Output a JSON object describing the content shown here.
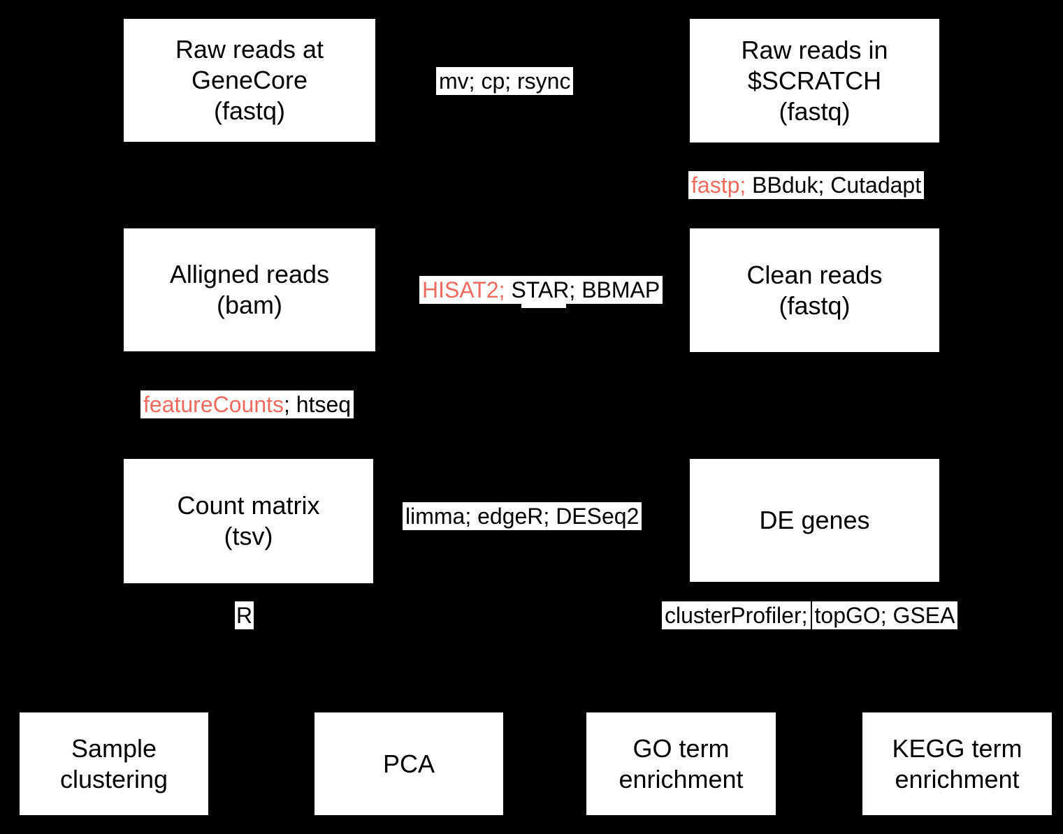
{
  "canvas": {
    "background": "#000000",
    "node_fill": "#ffffff",
    "node_text_color": "#000000",
    "label_bg": "#ffffff",
    "highlight_red": "#ec6a5e"
  },
  "nodes": {
    "raw_genecore": {
      "lines": [
        "Raw reads at",
        "GeneCore",
        "(fastq)"
      ]
    },
    "raw_scratch": {
      "lines": [
        "Raw reads in",
        "$SCRATCH",
        "(fastq)"
      ]
    },
    "alligned_reads": {
      "lines": [
        "Alligned reads",
        "(bam)"
      ]
    },
    "clean_reads": {
      "lines": [
        "Clean reads",
        "(fastq)"
      ]
    },
    "count_matrix": {
      "lines": [
        "Count matrix",
        "(tsv)"
      ]
    },
    "de_genes": {
      "lines": [
        "DE genes"
      ]
    },
    "sample_clustering": {
      "lines": [
        "Sample",
        "clustering"
      ]
    },
    "pca": {
      "lines": [
        "PCA"
      ]
    },
    "go_term": {
      "lines": [
        "GO term",
        "enrichment"
      ]
    },
    "kegg_term": {
      "lines": [
        "KEGG term",
        "enrichment"
      ]
    }
  },
  "edge_labels": {
    "transfer": {
      "parts": [
        {
          "text": "mv; cp; rsync",
          "color": "#000000"
        }
      ]
    },
    "trimming": {
      "parts": [
        {
          "text": "fastp;",
          "color": "#ec6a5e"
        },
        {
          "text": " BBduk; Cutadapt",
          "color": "#000000"
        }
      ]
    },
    "alignment": {
      "parts": [
        {
          "text": "HISAT2;",
          "color": "#ec6a5e"
        },
        {
          "text": " STAR; BBMAP",
          "color": "#000000"
        }
      ]
    },
    "counting": {
      "parts": [
        {
          "text": "featureCounts",
          "color": "#ec6a5e"
        },
        {
          "text": "; htseq",
          "color": "#000000"
        }
      ]
    },
    "de_analysis": {
      "parts": [
        {
          "text": "limma; edgeR; DESeq2",
          "color": "#000000"
        }
      ]
    },
    "r_tool": {
      "parts": [
        {
          "text": "R",
          "color": "#000000"
        }
      ]
    },
    "enrichment": {
      "chips": [
        "clusterProfiler;",
        "topGO; GSEA"
      ]
    }
  }
}
